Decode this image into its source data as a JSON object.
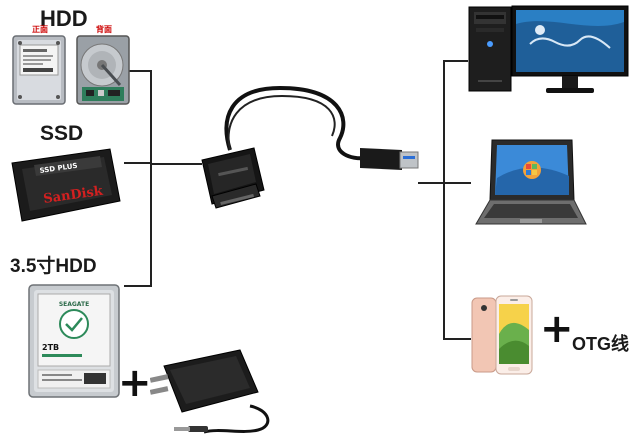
{
  "labels": {
    "hdd": "HDD",
    "hdd_front": "正面",
    "hdd_back": "背面",
    "ssd": "SSD",
    "hdd35": "3.5寸HDD",
    "otg": "OTG线",
    "plus": "+"
  },
  "devices": {
    "ssd_brand": "SanDisk",
    "ssd_model": "SSD PLUS",
    "hdd35_capacity": "2TB",
    "hdd35_brand": "SEAGATE"
  },
  "colors": {
    "line": "#222222",
    "label": "#1a1a1a",
    "accent_red": "#cc0000"
  }
}
